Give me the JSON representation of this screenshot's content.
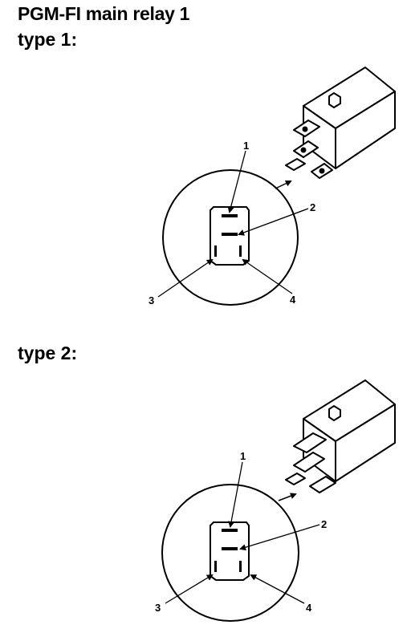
{
  "header": {
    "title": "PGM-FI main relay 1",
    "type1_label": "type 1:",
    "type2_label": "type 2:"
  },
  "diagram1": {
    "callouts": [
      "1",
      "2",
      "3",
      "4"
    ]
  },
  "diagram2": {
    "callouts": [
      "1",
      "2",
      "3",
      "4"
    ]
  }
}
